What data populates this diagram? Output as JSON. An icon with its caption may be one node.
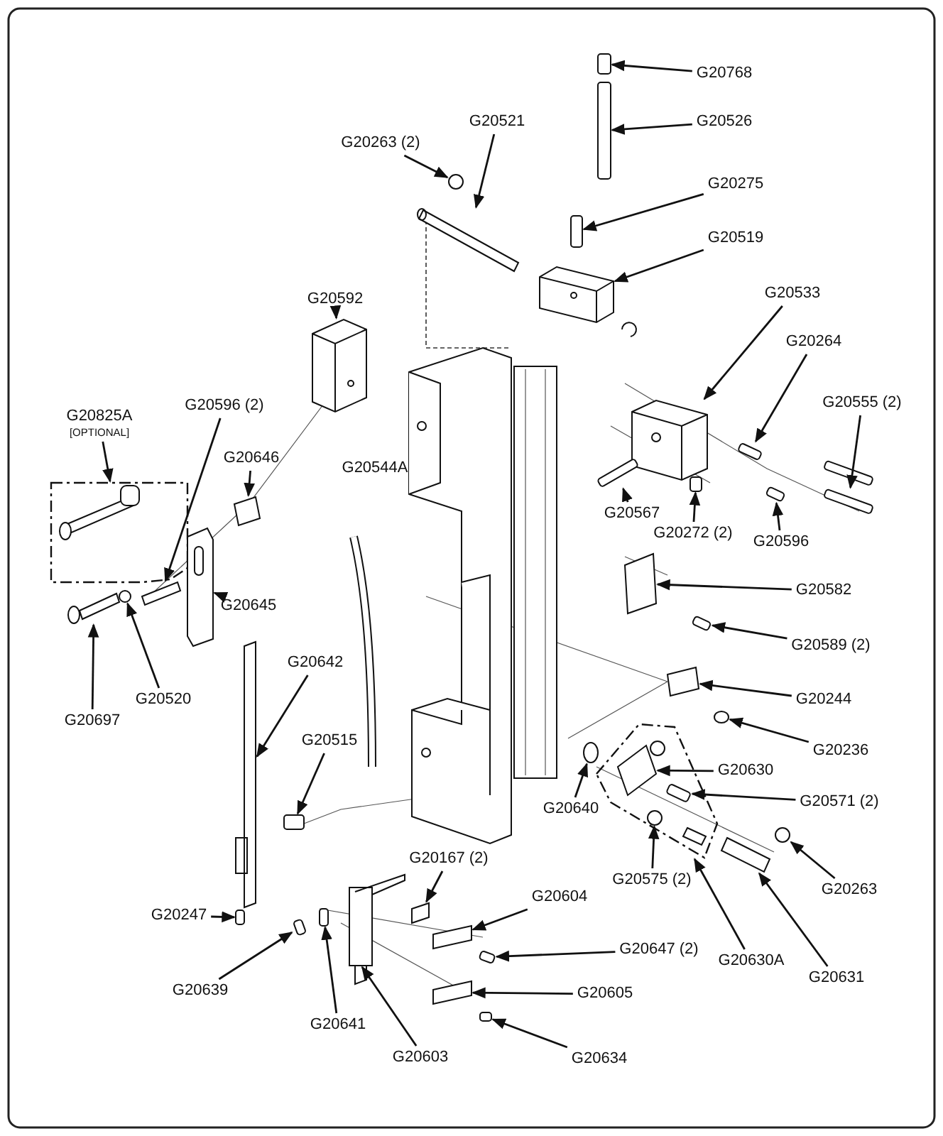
{
  "diagram": {
    "nodes": [
      {
        "text": [
          "G20768"
        ]
      },
      {
        "text": [
          "G20526"
        ]
      },
      {
        "text": [
          "G20263 (2)"
        ]
      },
      {
        "text": [
          "G20521"
        ]
      },
      {
        "text": [
          "G20275"
        ]
      },
      {
        "text": [
          "G20519"
        ]
      },
      {
        "text": [
          "G20592"
        ]
      },
      {
        "text": [
          "G20533"
        ]
      },
      {
        "text": [
          "G20264"
        ]
      },
      {
        "text": [
          "G20825A",
          "[OPTIONAL]"
        ]
      },
      {
        "text": [
          "G20596 (2)"
        ]
      },
      {
        "text": [
          "G20555 (2)"
        ]
      },
      {
        "text": [
          "G20646"
        ]
      },
      {
        "text": [
          "G20544A"
        ]
      },
      {
        "text": [
          "G20567"
        ]
      },
      {
        "text": [
          "G20272 (2)"
        ]
      },
      {
        "text": [
          "G20596"
        ]
      },
      {
        "text": [
          "G20645"
        ]
      },
      {
        "text": [
          "G20582"
        ]
      },
      {
        "text": [
          "G20589 (2)"
        ]
      },
      {
        "text": [
          "G20642"
        ]
      },
      {
        "text": [
          "G20520"
        ]
      },
      {
        "text": [
          "G20697"
        ]
      },
      {
        "text": [
          "G20244"
        ]
      },
      {
        "text": [
          "G20236"
        ]
      },
      {
        "text": [
          "G20630"
        ]
      },
      {
        "text": [
          "G20515"
        ]
      },
      {
        "text": [
          "G20640"
        ]
      },
      {
        "text": [
          "G20571 (2)"
        ]
      },
      {
        "text": [
          "G20167 (2)"
        ]
      },
      {
        "text": [
          "G20575 (2)"
        ]
      },
      {
        "text": [
          "G20263"
        ]
      },
      {
        "text": [
          "G20604"
        ]
      },
      {
        "text": [
          "G20247"
        ]
      },
      {
        "text": [
          "G20630A"
        ]
      },
      {
        "text": [
          "G20631"
        ]
      },
      {
        "text": [
          "G20647 (2)"
        ]
      },
      {
        "text": [
          "G20639"
        ]
      },
      {
        "text": [
          "G20605"
        ]
      },
      {
        "text": [
          "G20641"
        ]
      },
      {
        "text": [
          "G20603"
        ]
      },
      {
        "text": [
          "G20634"
        ]
      },
      {
        "text": [],
        "shape": "cylinder"
      },
      {
        "text": [],
        "shape": "cylinder"
      },
      {
        "text": [],
        "shape": "circle"
      },
      {
        "text": [],
        "shape": "box"
      },
      {
        "text": [],
        "shape": "cylinder"
      },
      {
        "text": [],
        "shape": "box"
      },
      {
        "text": [],
        "shape": "box"
      },
      {
        "text": [],
        "shape": "box"
      },
      {
        "text": [],
        "shape": "cylinder"
      },
      {
        "text": [],
        "shape": "box"
      },
      {
        "text": [],
        "shape": "box"
      },
      {
        "text": [],
        "shape": "cylinder"
      },
      {
        "text": [],
        "shape": "box"
      },
      {
        "text": [],
        "shape": "cylinder"
      },
      {
        "text": [],
        "shape": "cylinder"
      },
      {
        "text": [],
        "shape": "cylinder"
      },
      {
        "text": [],
        "shape": "box"
      },
      {
        "text": [],
        "shape": "box"
      },
      {
        "text": [],
        "shape": "cylinder"
      },
      {
        "text": [],
        "shape": "box"
      },
      {
        "text": [],
        "shape": "circle"
      },
      {
        "text": [],
        "shape": "box"
      },
      {
        "text": [],
        "shape": "box"
      },
      {
        "text": [],
        "shape": "circle"
      },
      {
        "text": [],
        "shape": "box",
        "in": 75
      },
      {
        "text": [],
        "shape": "cylinder"
      },
      {
        "text": [],
        "shape": "circle"
      },
      {
        "text": [],
        "shape": "cylinder",
        "in": 75
      },
      {
        "text": [],
        "shape": "box"
      },
      {
        "text": [],
        "shape": "circle",
        "in": 75
      },
      {
        "text": [],
        "shape": "circle"
      },
      {
        "text": [],
        "shape": "box"
      },
      {
        "text": [],
        "shape": "cylinder"
      },
      {
        "text": [],
        "shape": "box"
      },
      {
        "text": [],
        "shape": "box"
      },
      {
        "text": [],
        "shape": "cylinder"
      },
      {
        "text": [],
        "shape": "cylinder"
      },
      {
        "text": [],
        "shape": "box"
      },
      {
        "text": [],
        "shape": "cylinder"
      },
      {
        "text": [],
        "shape": "box"
      },
      {
        "text": [],
        "shape": "cylinder"
      },
      {
        "text": [],
        "shape": "cylinder"
      }
    ],
    "edges": [
      {
        "from": 0,
        "to": 42,
        "arrow": "to"
      },
      {
        "from": 1,
        "to": 43,
        "arrow": "to"
      },
      {
        "from": 2,
        "to": 44,
        "arrow": "to"
      },
      {
        "from": 3,
        "to": 45,
        "arrow": "to"
      },
      {
        "from": 4,
        "to": 46,
        "arrow": "to"
      },
      {
        "from": 5,
        "to": 47,
        "arrow": "to"
      },
      {
        "from": 6,
        "to": 48,
        "arrow": "to"
      },
      {
        "from": 7,
        "to": 49,
        "arrow": "to"
      },
      {
        "from": 8,
        "to": 50,
        "arrow": "to"
      },
      {
        "from": 9,
        "to": 51,
        "arrow": "to"
      },
      {
        "from": 10,
        "to": 52,
        "arrow": "to"
      },
      {
        "from": 11,
        "to": 53,
        "arrow": "to"
      },
      {
        "from": 12,
        "to": 54,
        "arrow": "to"
      },
      {
        "from": 14,
        "to": 55,
        "arrow": "to"
      },
      {
        "from": 15,
        "to": 56,
        "arrow": "to"
      },
      {
        "from": 16,
        "to": 57,
        "arrow": "to"
      },
      {
        "from": 17,
        "to": 58,
        "arrow": "to"
      },
      {
        "from": 18,
        "to": 59,
        "arrow": "to"
      },
      {
        "from": 19,
        "to": 60,
        "arrow": "to"
      },
      {
        "from": 20,
        "to": 61,
        "arrow": "to"
      },
      {
        "from": 21,
        "to": 62,
        "arrow": "to"
      },
      {
        "from": 22,
        "to": 63,
        "arrow": "to"
      },
      {
        "from": 23,
        "to": 64,
        "arrow": "to"
      },
      {
        "from": 24,
        "to": 65,
        "arrow": "to"
      },
      {
        "from": 25,
        "to": 66,
        "arrow": "to"
      },
      {
        "from": 26,
        "to": 67,
        "arrow": "to"
      },
      {
        "from": 27,
        "to": 68,
        "arrow": "to"
      },
      {
        "from": 28,
        "to": 69,
        "arrow": "to"
      },
      {
        "from": 29,
        "to": 70,
        "arrow": "to"
      },
      {
        "from": 30,
        "to": 71,
        "arrow": "to"
      },
      {
        "from": 31,
        "to": 72,
        "arrow": "to"
      },
      {
        "from": 32,
        "to": 73,
        "arrow": "to"
      },
      {
        "from": 33,
        "to": 74,
        "arrow": "to"
      },
      {
        "from": 34,
        "to": 75,
        "arrow": "to"
      },
      {
        "from": 35,
        "to": 76,
        "arrow": "to"
      },
      {
        "from": 36,
        "to": 77,
        "arrow": "to"
      },
      {
        "from": 37,
        "to": 78,
        "arrow": "to"
      },
      {
        "from": 38,
        "to": 79,
        "arrow": "to"
      },
      {
        "from": 39,
        "to": 80,
        "arrow": "to"
      },
      {
        "from": 40,
        "to": 81,
        "arrow": "to"
      },
      {
        "from": 41,
        "to": 82,
        "arrow": "to"
      }
    ]
  }
}
